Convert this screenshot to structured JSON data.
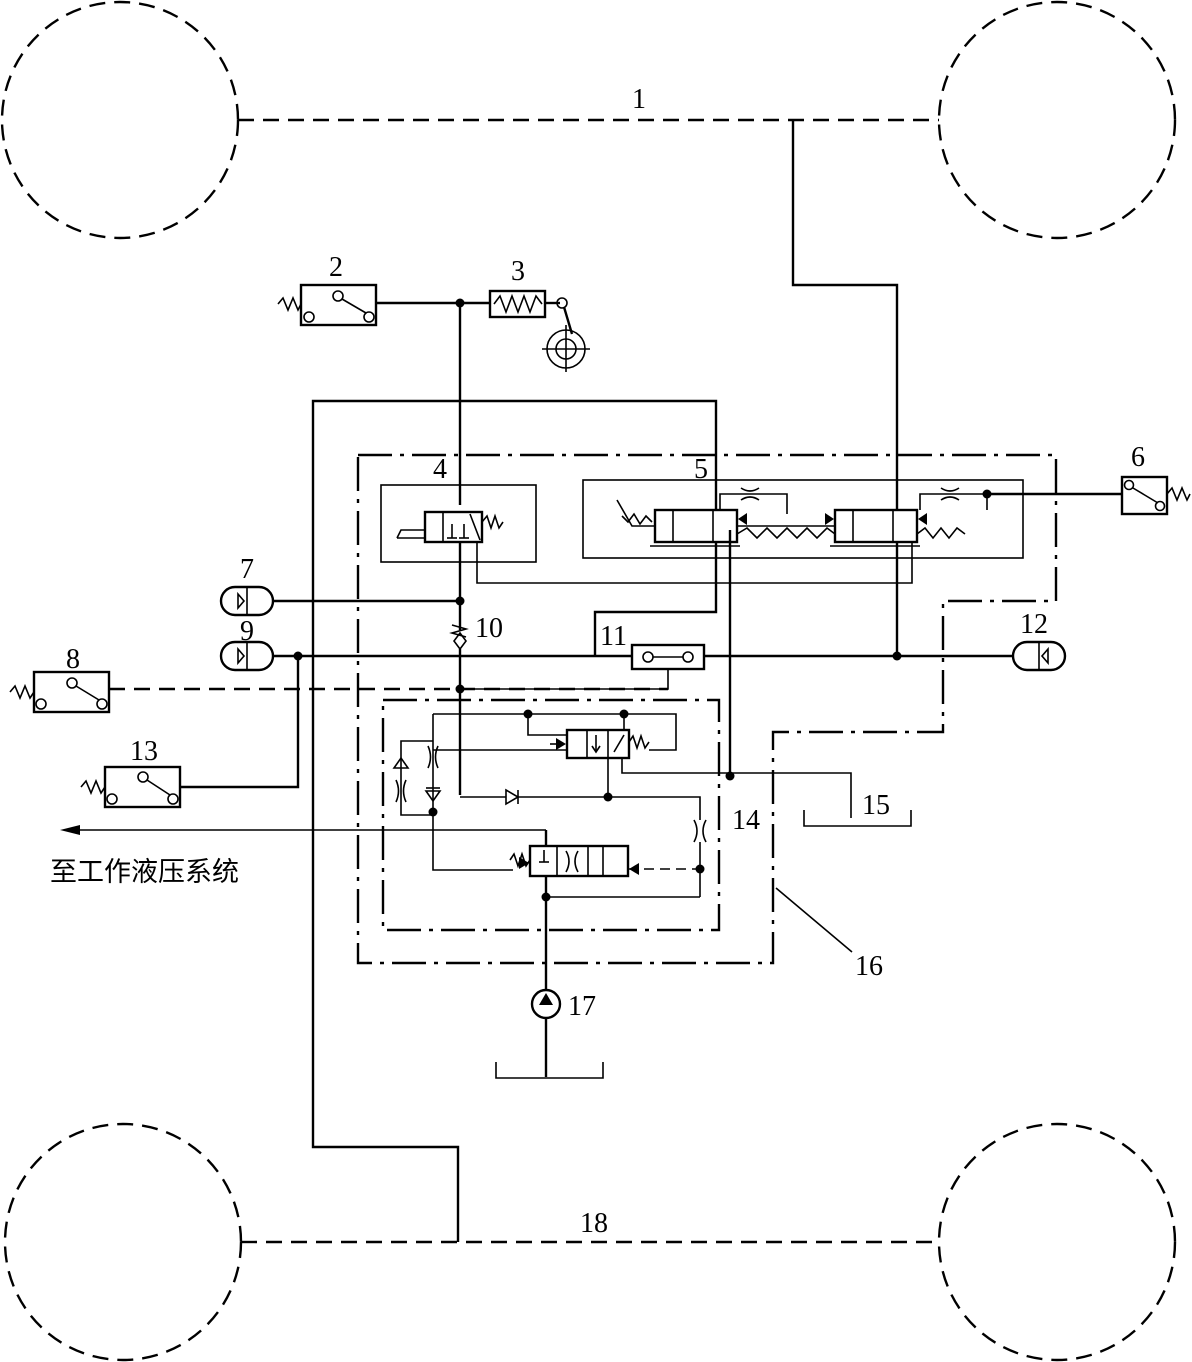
{
  "labels": {
    "l1": "1",
    "l2": "2",
    "l3": "3",
    "l4": "4",
    "l5": "5",
    "l6": "6",
    "l7": "7",
    "l8": "8",
    "l9": "9",
    "l10": "10",
    "l11": "11",
    "l12": "12",
    "l13": "13",
    "l14": "14",
    "l15": "15",
    "l16": "16",
    "l17": "17",
    "l18": "18"
  },
  "caption": "至工作液压系统"
}
